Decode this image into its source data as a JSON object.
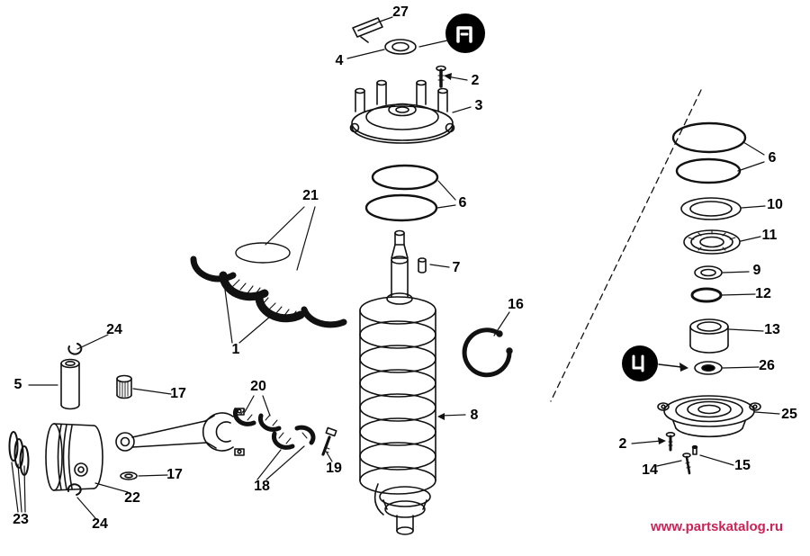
{
  "diagram": {
    "kind": "exploded-parts-diagram",
    "colors": {
      "line": "#000000",
      "background": "#ffffff",
      "detail_icon": "#000000",
      "watermark": "#cc2256"
    },
    "watermark": {
      "text": "www.partskatalog.ru"
    },
    "icons": [
      {
        "name": "clip-detail-icon"
      },
      {
        "name": "retainer-detail-icon"
      }
    ],
    "callouts": [
      {
        "n": "27"
      },
      {
        "n": "4"
      },
      {
        "n": "2"
      },
      {
        "n": "3"
      },
      {
        "n": "6"
      },
      {
        "n": "21"
      },
      {
        "n": "7"
      },
      {
        "n": "16"
      },
      {
        "n": "8"
      },
      {
        "n": "1"
      },
      {
        "n": "24"
      },
      {
        "n": "5"
      },
      {
        "n": "17"
      },
      {
        "n": "20"
      },
      {
        "n": "19"
      },
      {
        "n": "18"
      },
      {
        "n": "17"
      },
      {
        "n": "22"
      },
      {
        "n": "23"
      },
      {
        "n": "24"
      },
      {
        "n": "6"
      },
      {
        "n": "10"
      },
      {
        "n": "11"
      },
      {
        "n": "9"
      },
      {
        "n": "12"
      },
      {
        "n": "13"
      },
      {
        "n": "26"
      },
      {
        "n": "25"
      },
      {
        "n": "2"
      },
      {
        "n": "14"
      },
      {
        "n": "15"
      }
    ]
  }
}
